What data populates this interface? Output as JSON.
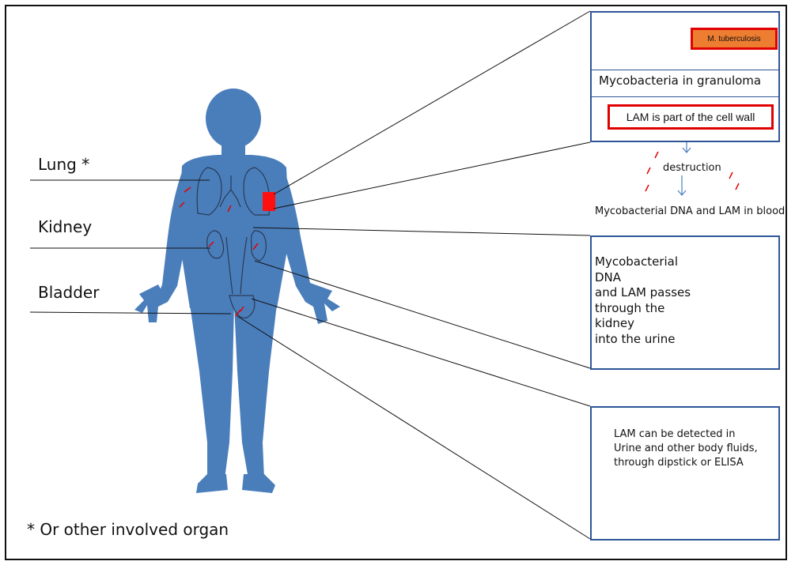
{
  "labels": {
    "lung": "Lung *",
    "kidney": "Kidney",
    "bladder": "Bladder",
    "footnote": "* Or other involved organ"
  },
  "granuloma_panel": {
    "organism": "M. tuberculosis",
    "title": "Mycobacteria in granuloma",
    "lam_note": "LAM is  part of the cell wall"
  },
  "flow": {
    "destruction": "destruction",
    "blood": "Mycobacterial DNA and LAM in blood"
  },
  "kidney_panel": {
    "lines": [
      "Mycobacterial",
      "DNA",
      "and LAM passes",
      "through the",
      "kidney",
      "into the urine"
    ]
  },
  "detection_panel": {
    "lines": [
      "LAM can be detected in",
      "Urine and other body fluids,",
      "through dipstick or ELISA"
    ]
  },
  "colors": {
    "body": "#4a7ebb",
    "panel_border": "#2f5597",
    "highlight": "#e00000",
    "organism_fill": "#ed7d31"
  }
}
